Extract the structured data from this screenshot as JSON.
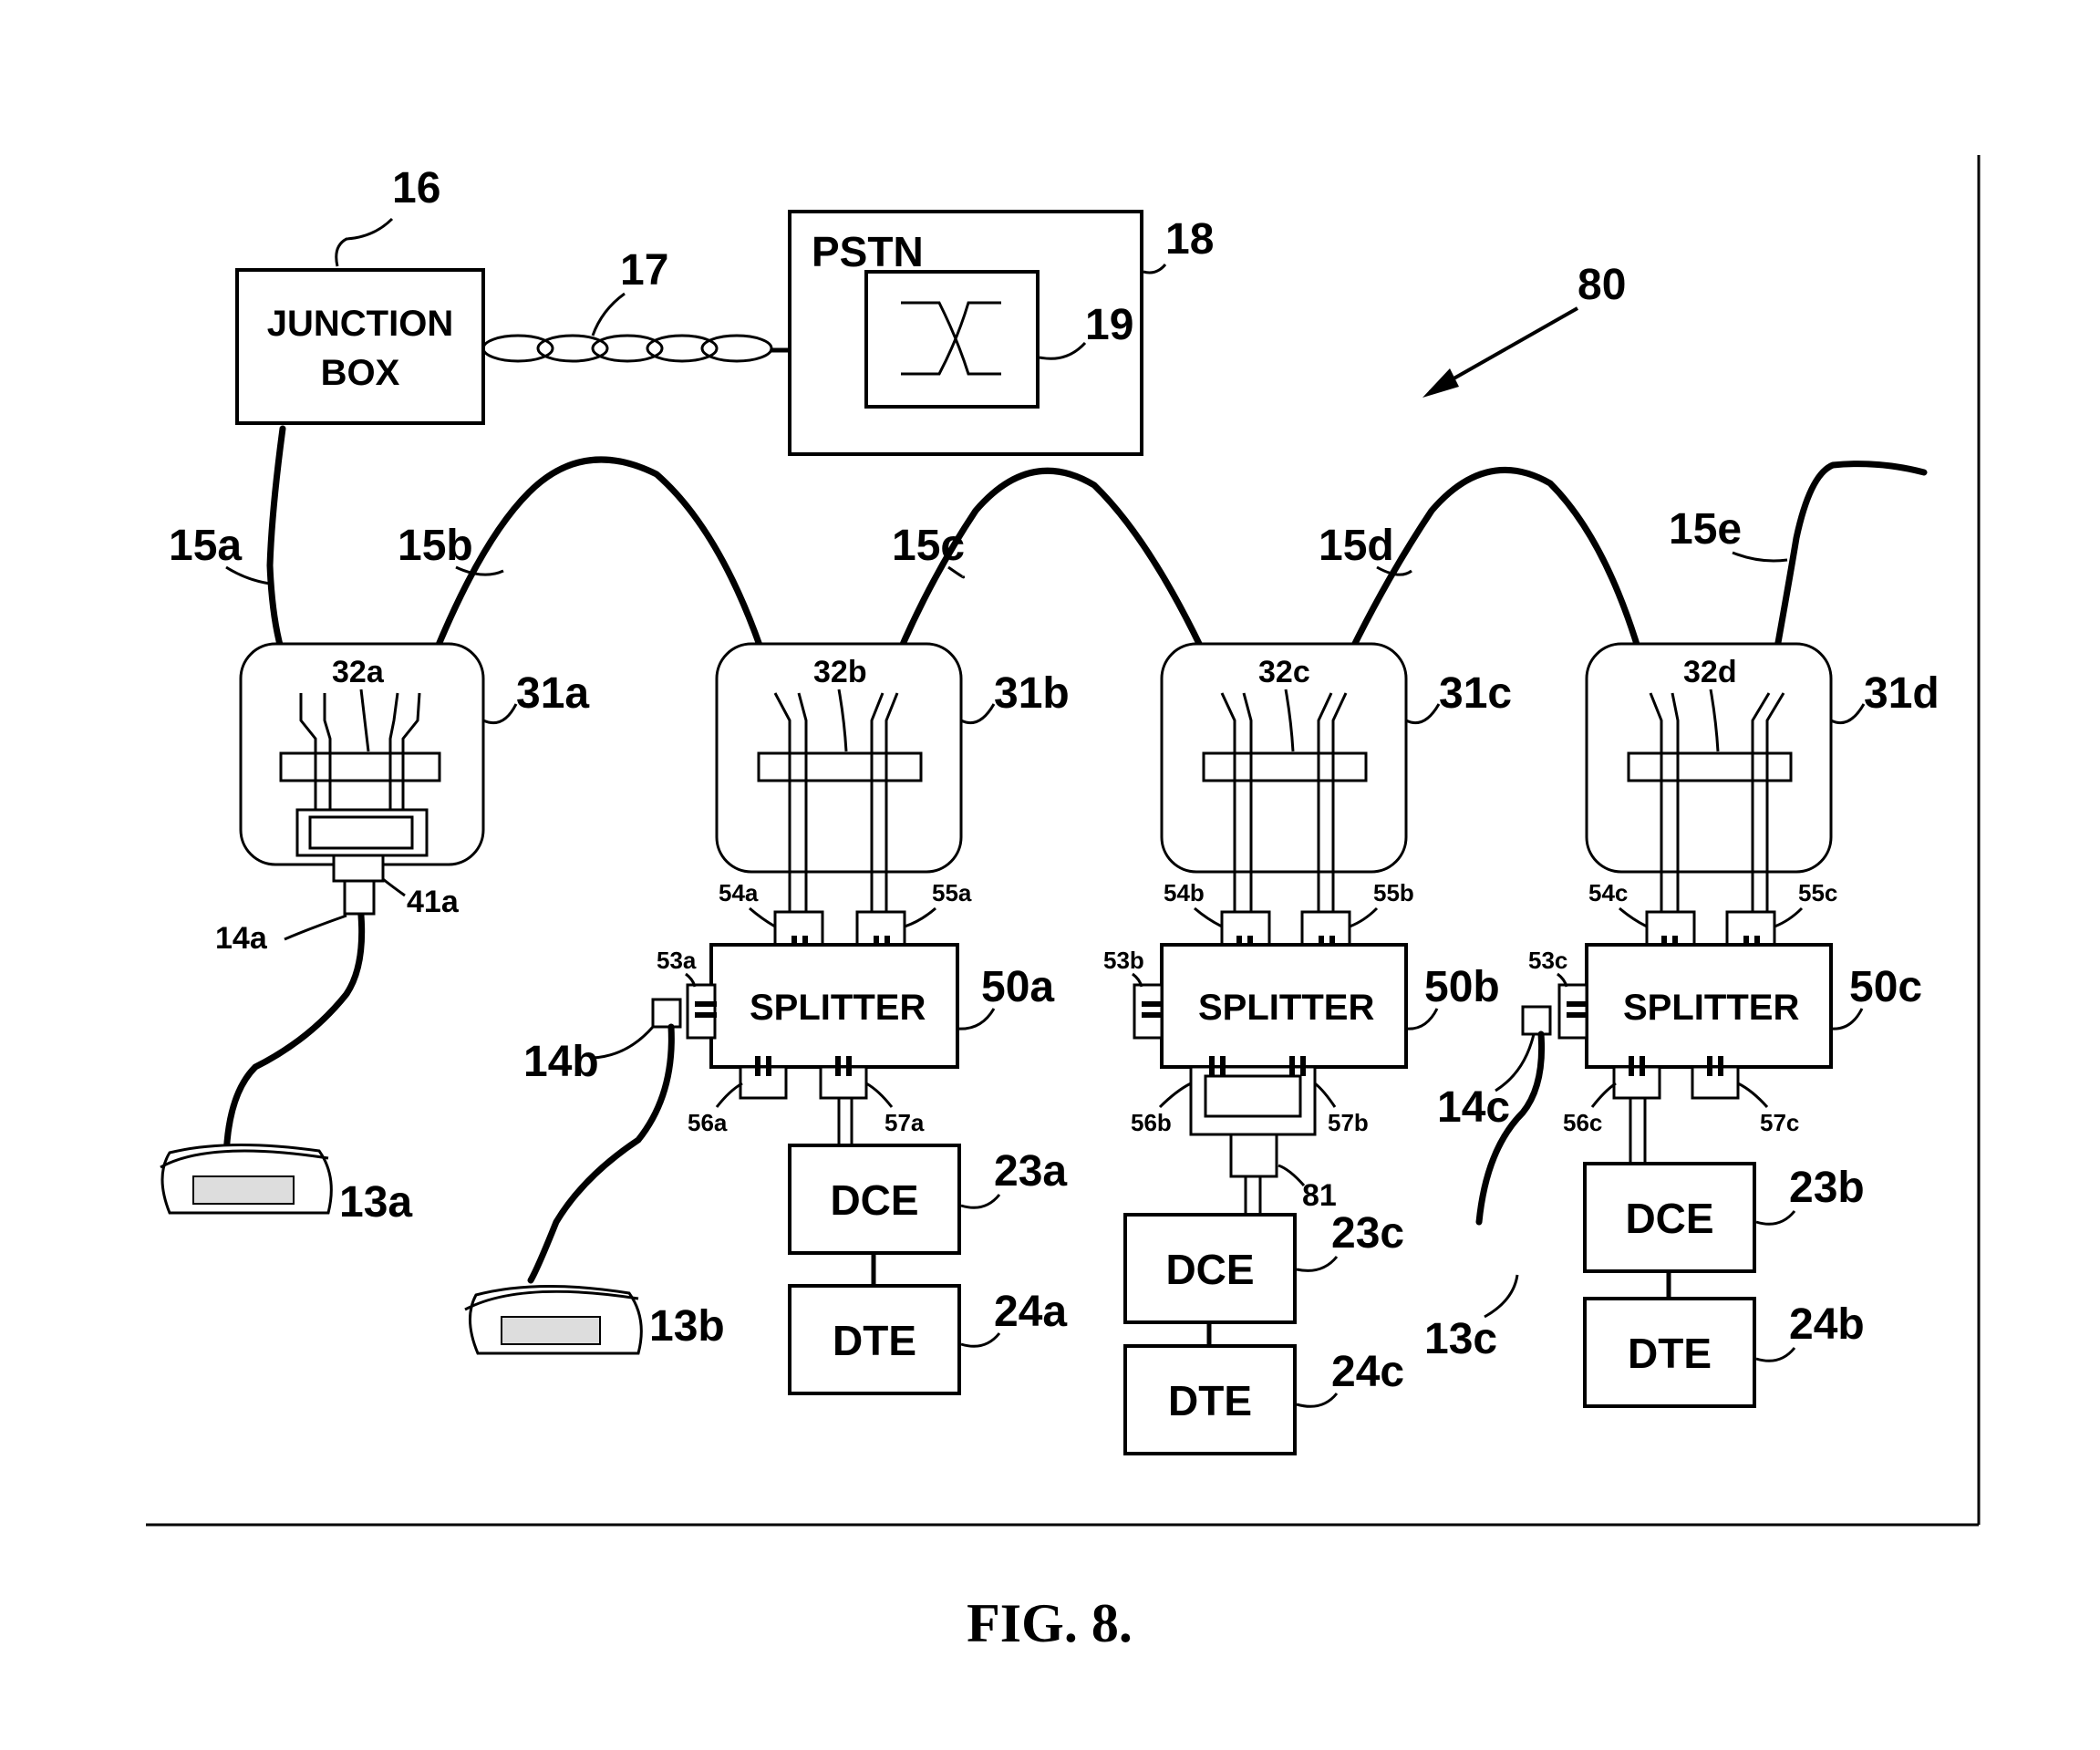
{
  "figure": {
    "caption": "FIG. 8.",
    "system_ref": "80"
  },
  "junction_box": {
    "label_line1": "JUNCTION",
    "label_line2": "BOX",
    "ref": "16"
  },
  "twisted_pair": {
    "ref": "17"
  },
  "pstn": {
    "label": "PSTN",
    "ref": "18",
    "switch_ref": "19"
  },
  "wire_segments": [
    {
      "ref": "15a"
    },
    {
      "ref": "15b"
    },
    {
      "ref": "15c"
    },
    {
      "ref": "15d"
    },
    {
      "ref": "15e"
    }
  ],
  "outlets": [
    {
      "ref": "31a",
      "connector_ref": "32a"
    },
    {
      "ref": "31b",
      "connector_ref": "32b"
    },
    {
      "ref": "31c",
      "connector_ref": "32c"
    },
    {
      "ref": "31d",
      "connector_ref": "32d"
    }
  ],
  "adapter_41a": {
    "ref": "41a"
  },
  "plug_refs": {
    "p14a": "14a",
    "p14b": "14b",
    "p14c": "14c"
  },
  "splitters": [
    {
      "label": "SPLITTER",
      "ref": "50a",
      "in1": "54a",
      "in2": "55a",
      "phone": "53a",
      "out1": "56a",
      "out2": "57a"
    },
    {
      "label": "SPLITTER",
      "ref": "50b",
      "in1": "54b",
      "in2": "55b",
      "phone": "53b",
      "out1": "56b",
      "out2": "57b"
    },
    {
      "label": "SPLITTER",
      "ref": "50c",
      "in1": "54c",
      "in2": "55c",
      "phone": "53c",
      "out1": "56c",
      "out2": "57c"
    }
  ],
  "adapter_81": {
    "ref": "81"
  },
  "devices": [
    {
      "label": "DCE",
      "ref": "23a"
    },
    {
      "label": "DTE",
      "ref": "24a"
    },
    {
      "label": "DCE",
      "ref": "23c"
    },
    {
      "label": "DTE",
      "ref": "24c"
    },
    {
      "label": "DCE",
      "ref": "23b"
    },
    {
      "label": "DTE",
      "ref": "24b"
    }
  ],
  "telephones": [
    {
      "ref": "13a"
    },
    {
      "ref": "13b"
    },
    {
      "ref": "13c"
    }
  ]
}
